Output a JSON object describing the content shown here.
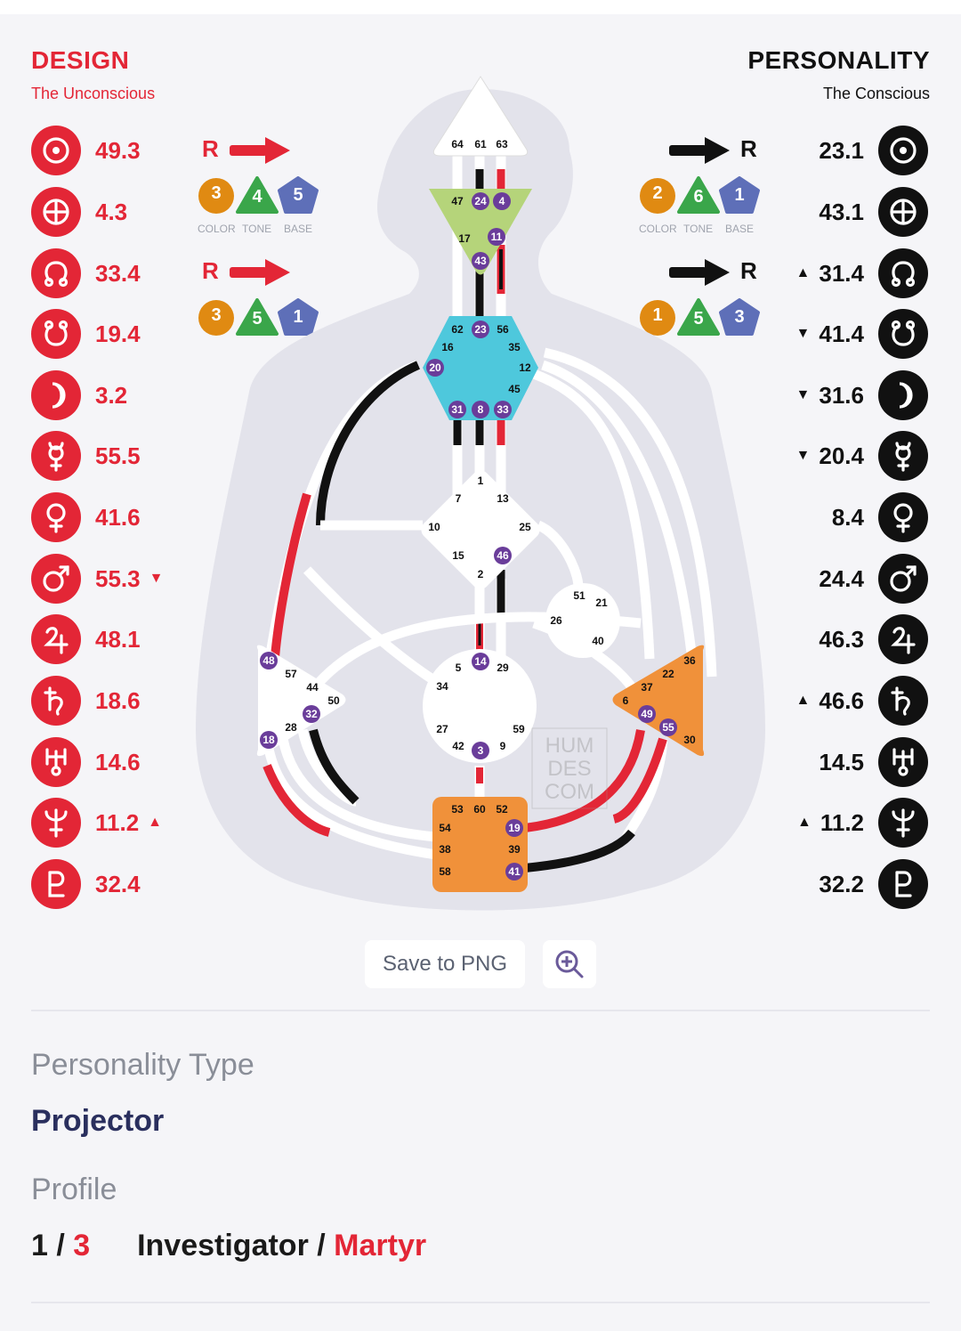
{
  "design": {
    "title": "DESIGN",
    "subtitle": "The Unconscious",
    "values": [
      "49.3",
      "4.3",
      "33.4",
      "19.4",
      "3.2",
      "55.5",
      "41.6",
      "55.3",
      "48.1",
      "18.6",
      "14.6",
      "11.2",
      "32.4"
    ],
    "marks": [
      "",
      "",
      "",
      "",
      "",
      "",
      "",
      "down",
      "",
      "",
      "",
      "up",
      ""
    ],
    "variable_top": {
      "label": "R",
      "color": "3",
      "tone": "4",
      "base": "5"
    },
    "variable_bottom": {
      "label": "R",
      "color": "3",
      "tone": "5",
      "base": "1"
    }
  },
  "personality": {
    "title": "PERSONALITY",
    "subtitle": "The Conscious",
    "values": [
      "23.1",
      "43.1",
      "31.4",
      "41.4",
      "31.6",
      "20.4",
      "8.4",
      "24.4",
      "46.3",
      "46.6",
      "14.5",
      "11.2",
      "32.2"
    ],
    "marks": [
      "",
      "",
      "up",
      "down",
      "down",
      "down",
      "",
      "",
      "",
      "up",
      "",
      "up",
      ""
    ],
    "variable_top": {
      "label": "R",
      "color": "2",
      "tone": "6",
      "base": "1"
    },
    "variable_bottom": {
      "label": "R",
      "color": "1",
      "tone": "5",
      "base": "3"
    }
  },
  "variable_labels": {
    "color": "COLOR",
    "tone": "TONE",
    "base": "BASE"
  },
  "planet_icons": [
    "sun-icon",
    "earth-icon",
    "north-node-icon",
    "south-node-icon",
    "moon-icon",
    "mercury-icon",
    "venus-icon",
    "mars-icon",
    "jupiter-icon",
    "saturn-icon",
    "uranus-icon",
    "neptune-icon",
    "pluto-icon"
  ],
  "colors": {
    "design": "#e32636",
    "personality": "#111111",
    "head": "#ffffff",
    "ajna": "#b5d47a",
    "throat": "#4ec8dc",
    "sacral": "#f0913a",
    "spleen": "#f0913a",
    "variable_color": "#e08a12",
    "variable_tone": "#3aa64a",
    "variable_base": "#5e6fb8",
    "gate_badge": "#6a3d9a"
  },
  "bodygraph": {
    "watermark": [
      "HUM",
      "DES",
      "COM"
    ],
    "head_gates": [
      "64",
      "61",
      "63"
    ],
    "ajna_gates": [
      "47",
      "24",
      "4",
      "17",
      "11",
      "43"
    ],
    "throat_gates": [
      "62",
      "23",
      "56",
      "16",
      "35",
      "20",
      "12",
      "45",
      "31",
      "8",
      "33"
    ],
    "g_gates": [
      "1",
      "7",
      "13",
      "10",
      "25",
      "15",
      "46",
      "2"
    ],
    "ego_gates": [
      "51",
      "21",
      "26",
      "40"
    ],
    "spleen_gates": [
      "48",
      "57",
      "44",
      "50",
      "32",
      "28",
      "18"
    ],
    "solar_gates": [
      "36",
      "22",
      "37",
      "6",
      "49",
      "55",
      "30"
    ],
    "sacral_gates": [
      "5",
      "14",
      "29",
      "34",
      "27",
      "59",
      "42",
      "3",
      "9"
    ],
    "root_gates": [
      "53",
      "60",
      "52",
      "54",
      "19",
      "38",
      "39",
      "58",
      "41"
    ]
  },
  "actions": {
    "save_label": "Save to PNG"
  },
  "summary": {
    "type_label": "Personality Type",
    "type_value": "Projector",
    "profile_label": "Profile",
    "profile_a": "1",
    "profile_sep": " / ",
    "profile_b": "3",
    "profile_name_a": "Investigator",
    "profile_name_sep": " / ",
    "profile_name_b": "Martyr"
  }
}
